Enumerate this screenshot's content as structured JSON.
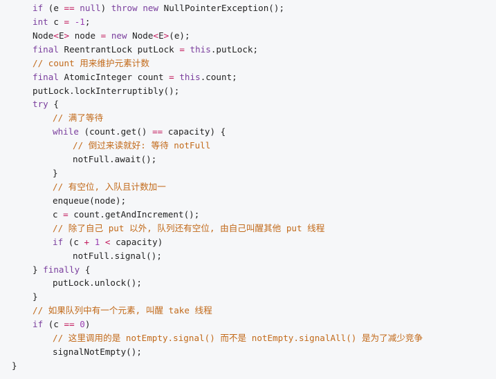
{
  "colors": {
    "background": "#f6f7f9",
    "keyword": "#7a3e9d",
    "number": "#9a3fb2",
    "operator": "#c2185b",
    "comment": "#c26a1a",
    "plain": "#222222"
  },
  "code": {
    "lines": [
      {
        "indent": 1,
        "tokens": [
          [
            "kw",
            "if"
          ],
          [
            "pl",
            " (e "
          ],
          [
            "op",
            "=="
          ],
          [
            "pl",
            " "
          ],
          [
            "kw",
            "null"
          ],
          [
            "pl",
            ") "
          ],
          [
            "kw",
            "throw"
          ],
          [
            "pl",
            " "
          ],
          [
            "kw",
            "new"
          ],
          [
            "pl",
            " NullPointerException();"
          ]
        ]
      },
      {
        "indent": 1,
        "tokens": [
          [
            "kw",
            "int"
          ],
          [
            "pl",
            " c "
          ],
          [
            "op",
            "="
          ],
          [
            "pl",
            " "
          ],
          [
            "num",
            "-1"
          ],
          [
            "pl",
            ";"
          ]
        ]
      },
      {
        "indent": 1,
        "tokens": [
          [
            "pl",
            "Node"
          ],
          [
            "op",
            "<"
          ],
          [
            "pl",
            "E"
          ],
          [
            "op",
            ">"
          ],
          [
            "pl",
            " node "
          ],
          [
            "op",
            "="
          ],
          [
            "pl",
            " "
          ],
          [
            "kw",
            "new"
          ],
          [
            "pl",
            " Node"
          ],
          [
            "op",
            "<"
          ],
          [
            "pl",
            "E"
          ],
          [
            "op",
            ">"
          ],
          [
            "pl",
            "(e);"
          ]
        ]
      },
      {
        "indent": 1,
        "tokens": [
          [
            "kw",
            "final"
          ],
          [
            "pl",
            " ReentrantLock putLock "
          ],
          [
            "op",
            "="
          ],
          [
            "pl",
            " "
          ],
          [
            "kw",
            "this"
          ],
          [
            "pl",
            ".putLock;"
          ]
        ]
      },
      {
        "indent": 1,
        "tokens": [
          [
            "cm",
            "// count 用来维护元素计数"
          ]
        ]
      },
      {
        "indent": 1,
        "tokens": [
          [
            "kw",
            "final"
          ],
          [
            "pl",
            " AtomicInteger count "
          ],
          [
            "op",
            "="
          ],
          [
            "pl",
            " "
          ],
          [
            "kw",
            "this"
          ],
          [
            "pl",
            ".count;"
          ]
        ]
      },
      {
        "indent": 1,
        "tokens": [
          [
            "pl",
            "putLock.lockInterruptibly();"
          ]
        ]
      },
      {
        "indent": 1,
        "tokens": [
          [
            "kw",
            "try"
          ],
          [
            "pl",
            " {"
          ]
        ]
      },
      {
        "indent": 2,
        "tokens": [
          [
            "cm",
            "// 满了等待"
          ]
        ]
      },
      {
        "indent": 2,
        "tokens": [
          [
            "kw",
            "while"
          ],
          [
            "pl",
            " (count.get() "
          ],
          [
            "op",
            "=="
          ],
          [
            "pl",
            " capacity) {"
          ]
        ]
      },
      {
        "indent": 3,
        "tokens": [
          [
            "cm",
            "// 倒过来读就好: 等待 notFull"
          ]
        ]
      },
      {
        "indent": 3,
        "tokens": [
          [
            "pl",
            "notFull.await();"
          ]
        ]
      },
      {
        "indent": 2,
        "tokens": [
          [
            "pl",
            "}"
          ]
        ]
      },
      {
        "indent": 2,
        "tokens": [
          [
            "cm",
            "// 有空位, 入队且计数加一"
          ]
        ]
      },
      {
        "indent": 2,
        "tokens": [
          [
            "pl",
            "enqueue(node);"
          ]
        ]
      },
      {
        "indent": 2,
        "tokens": [
          [
            "pl",
            "c "
          ],
          [
            "op",
            "="
          ],
          [
            "pl",
            " count.getAndIncrement();"
          ]
        ]
      },
      {
        "indent": 2,
        "tokens": [
          [
            "cm",
            "// 除了自己 put 以外, 队列还有空位, 由自己叫醒其他 put 线程"
          ]
        ]
      },
      {
        "indent": 2,
        "tokens": [
          [
            "kw",
            "if"
          ],
          [
            "pl",
            " (c "
          ],
          [
            "op",
            "+"
          ],
          [
            "pl",
            " "
          ],
          [
            "num",
            "1"
          ],
          [
            "pl",
            " "
          ],
          [
            "op",
            "<"
          ],
          [
            "pl",
            " capacity)"
          ]
        ]
      },
      {
        "indent": 3,
        "tokens": [
          [
            "pl",
            "notFull.signal();"
          ]
        ]
      },
      {
        "indent": 1,
        "tokens": [
          [
            "pl",
            "} "
          ],
          [
            "kw",
            "finally"
          ],
          [
            "pl",
            " {"
          ]
        ]
      },
      {
        "indent": 2,
        "tokens": [
          [
            "pl",
            "putLock.unlock();"
          ]
        ]
      },
      {
        "indent": 1,
        "tokens": [
          [
            "pl",
            "}"
          ]
        ]
      },
      {
        "indent": 1,
        "tokens": [
          [
            "cm",
            "// 如果队列中有一个元素, 叫醒 take 线程"
          ]
        ]
      },
      {
        "indent": 1,
        "tokens": [
          [
            "kw",
            "if"
          ],
          [
            "pl",
            " (c "
          ],
          [
            "op",
            "=="
          ],
          [
            "pl",
            " "
          ],
          [
            "num",
            "0"
          ],
          [
            "pl",
            ")"
          ]
        ]
      },
      {
        "indent": 2,
        "tokens": [
          [
            "cm",
            "// 这里调用的是 notEmpty.signal() 而不是 notEmpty.signalAll() 是为了减少竞争"
          ]
        ]
      },
      {
        "indent": 2,
        "tokens": [
          [
            "pl",
            "signalNotEmpty();"
          ]
        ]
      },
      {
        "indent": 0,
        "tokens": [
          [
            "pl",
            "}"
          ]
        ]
      }
    ]
  }
}
